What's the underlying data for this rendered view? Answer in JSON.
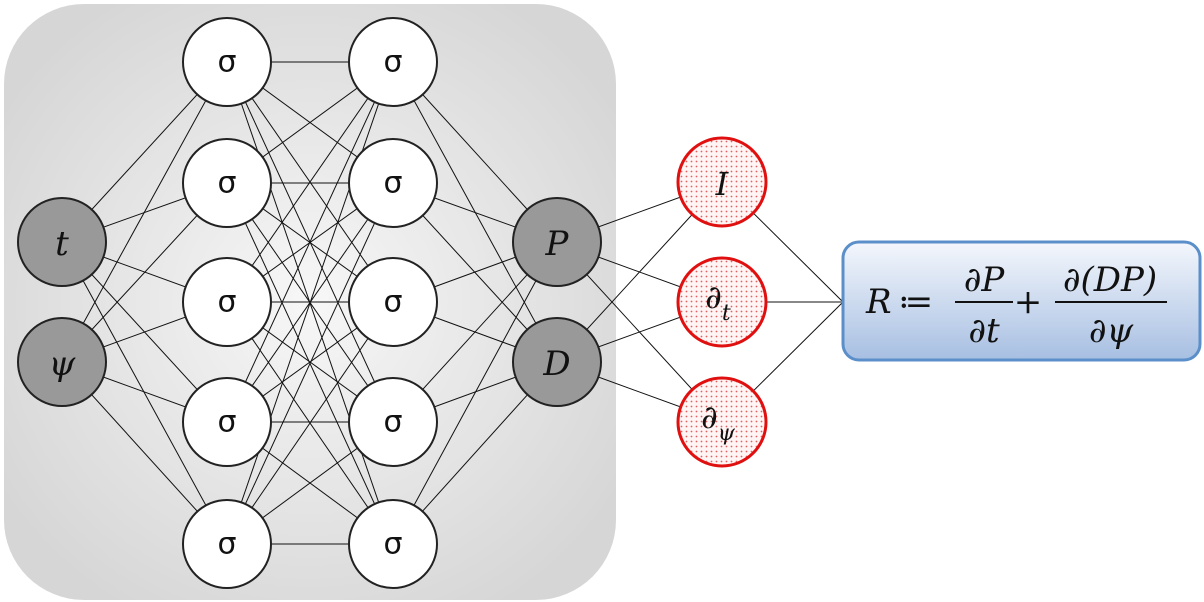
{
  "inputs": [
    {
      "id": "t",
      "label": "t"
    },
    {
      "id": "psi",
      "label": "ψ"
    }
  ],
  "hidden_layers": [
    {
      "id": "hidden-1",
      "units": [
        "σ",
        "σ",
        "σ",
        "σ",
        "σ"
      ]
    },
    {
      "id": "hidden-2",
      "units": [
        "σ",
        "σ",
        "σ",
        "σ",
        "σ"
      ]
    }
  ],
  "outputs": [
    {
      "id": "P",
      "label": "P"
    },
    {
      "id": "D",
      "label": "D"
    }
  ],
  "operators": [
    {
      "id": "identity",
      "symbol": "I",
      "sub": ""
    },
    {
      "id": "d-t",
      "symbol": "∂",
      "sub": "t"
    },
    {
      "id": "d-psi",
      "symbol": "∂",
      "sub": "ψ"
    }
  ],
  "equation": {
    "lhs": "R",
    "assign": "≔",
    "frac1_num": "∂P",
    "frac1_den": "∂t",
    "plus": "+",
    "frac2_num": "∂(DP)",
    "frac2_den": "∂ψ"
  },
  "colors": {
    "background_panel": "#d9d9d9",
    "panel_center": "#f7f7f7",
    "io_node_fill": "#999999",
    "hidden_node_fill": "#ffffff",
    "operator_stroke": "#e01010",
    "operator_dots": "#e06060",
    "equation_fill_top": "#f2f6fc",
    "equation_fill_bottom": "#a9c1e3",
    "equation_stroke": "#5b8fc9"
  }
}
